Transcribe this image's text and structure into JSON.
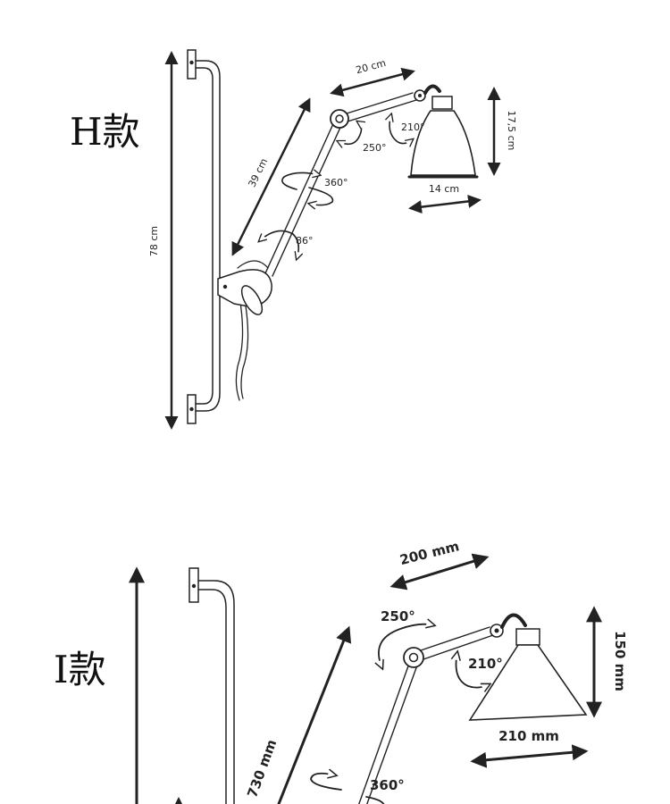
{
  "variant_h": {
    "label": "H款",
    "dims": {
      "total_height": "78 cm",
      "arm_length": "39 cm",
      "upper_arm": "20 cm",
      "shade_height": "17,5 cm",
      "shade_width": "14 cm"
    },
    "angles": {
      "rotate": "360°",
      "base_tilt": "86°",
      "elbow": "250°",
      "head": "210°"
    }
  },
  "variant_i": {
    "label": "I款",
    "dims": {
      "arm_length": "730 mm",
      "upper_arm": "200 mm",
      "shade_height": "150 mm",
      "shade_width": "210 mm"
    },
    "angles": {
      "rotate": "360°",
      "elbow": "250°",
      "head": "210°"
    }
  }
}
